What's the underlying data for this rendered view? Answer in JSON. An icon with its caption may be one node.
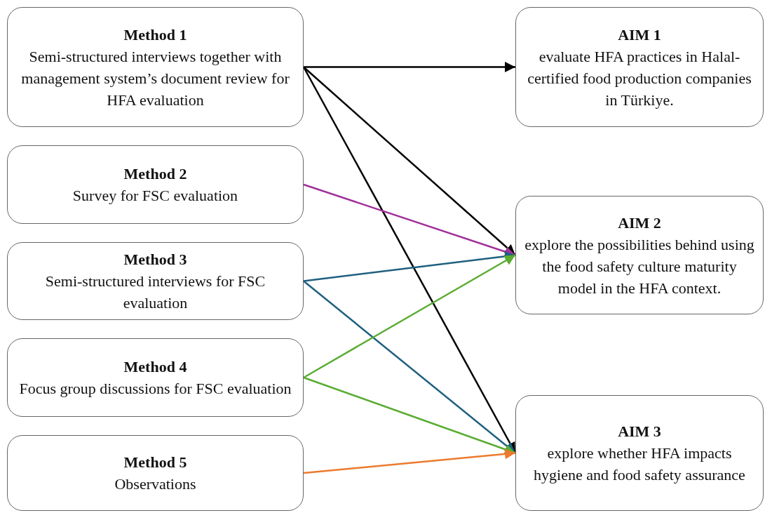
{
  "diagram": {
    "nodes": [
      {
        "text": [
          "Method 1",
          "Semi-structured interviews together with management system’s document review for HFA evaluation"
        ]
      },
      {
        "text": [
          "Method 2",
          "Survey for FSC evaluation"
        ]
      },
      {
        "text": [
          "Method 3",
          "Semi-structured interviews for FSC evaluation"
        ]
      },
      {
        "text": [
          "Method 4",
          "Focus group discussions for FSC evaluation"
        ]
      },
      {
        "text": [
          "Method 5",
          "Observations"
        ]
      },
      {
        "text": [
          "AIM 1",
          "evaluate HFA practices in Halal-certified food production companies in Türkiye."
        ]
      },
      {
        "text": [
          "AIM 2",
          "explore the possibilities behind using the food safety culture maturity model in the HFA context."
        ]
      },
      {
        "text": [
          "AIM 3",
          "explore whether HFA impacts hygiene and food safety assurance"
        ]
      }
    ],
    "edges": [
      {
        "from": 0,
        "to": 5,
        "arrow": "to"
      },
      {
        "from": 0,
        "to": 6,
        "arrow": "to"
      },
      {
        "from": 0,
        "to": 7,
        "arrow": "to"
      },
      {
        "from": 1,
        "to": 6,
        "arrow": "to",
        "color": "#a0329a"
      },
      {
        "from": 2,
        "to": 6,
        "arrow": "to",
        "color": "#1f6080"
      },
      {
        "from": 2,
        "to": 7,
        "arrow": "to",
        "color": "#1f6080"
      },
      {
        "from": 3,
        "to": 6,
        "arrow": "to",
        "color": "#5aac32"
      },
      {
        "from": 3,
        "to": 7,
        "arrow": "to",
        "color": "#5aac32"
      },
      {
        "from": 4,
        "to": 7,
        "arrow": "to",
        "color": "#ec7a2e"
      }
    ]
  }
}
